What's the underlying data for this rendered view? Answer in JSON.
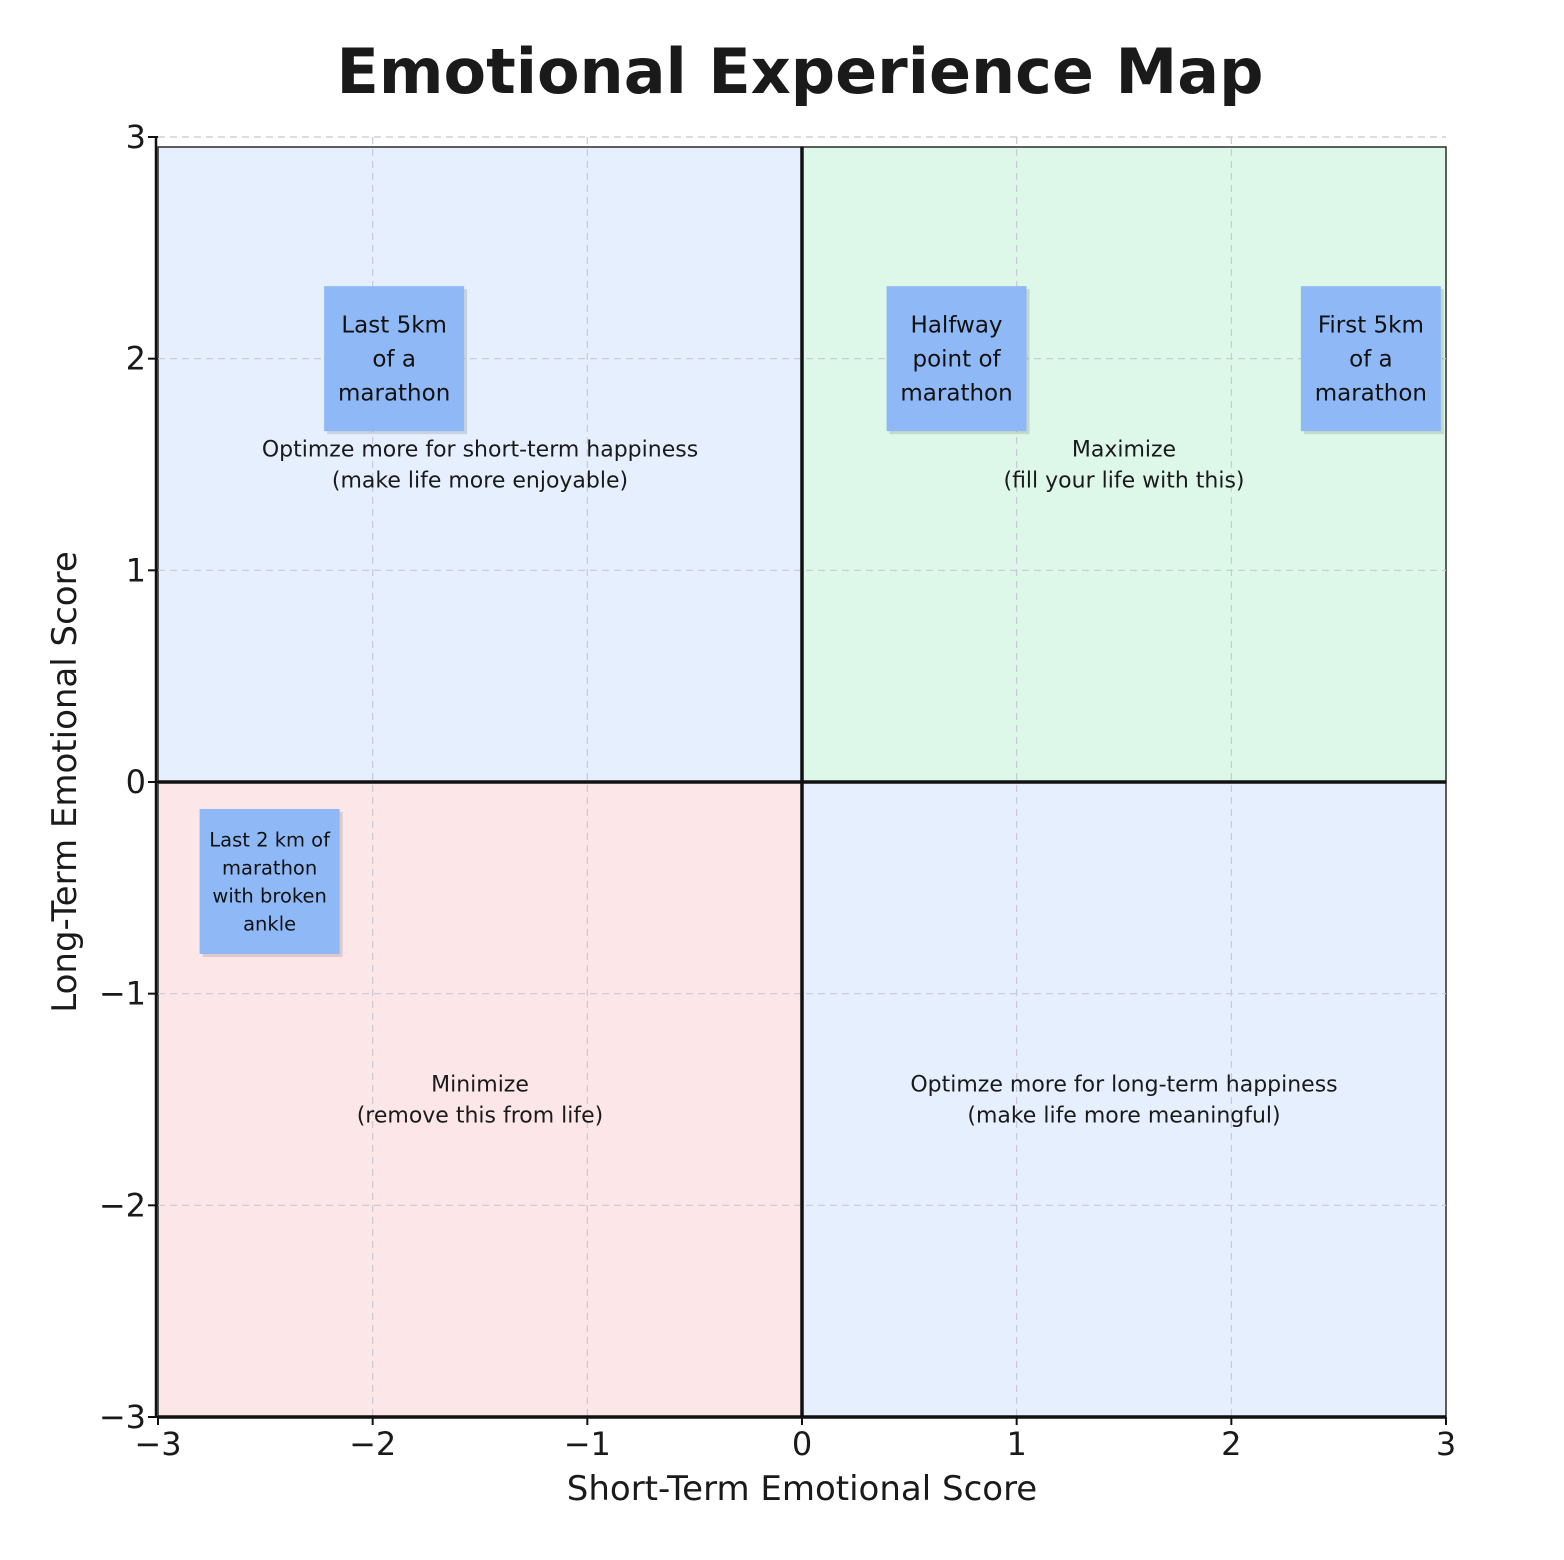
{
  "chart_data": {
    "type": "scatter",
    "title": "Emotional Experience Map",
    "xlabel": "Short-Term Emotional Score",
    "ylabel": "Long-Term Emotional Score",
    "xlim": [
      -3,
      3
    ],
    "ylim": [
      -3,
      3
    ],
    "xticks": [
      -3,
      -2,
      -1,
      0,
      1,
      2,
      3
    ],
    "yticks": [
      -3,
      -2,
      -1,
      0,
      1,
      2,
      3
    ],
    "tick_labels": [
      "−3",
      "−2",
      "−1",
      "0",
      "1",
      "2",
      "3"
    ],
    "grid": true,
    "quadrants": [
      {
        "name": "top-left",
        "x": [
          -3,
          0
        ],
        "y": [
          0,
          3
        ],
        "color": "#e6effe",
        "label": [
          "Optimze more for short-term happiness",
          "(make life more enjoyable)"
        ],
        "label_pos": [
          -1.5,
          1.5
        ]
      },
      {
        "name": "top-right",
        "x": [
          0,
          3
        ],
        "y": [
          0,
          3
        ],
        "color": "#ddf8e8",
        "label": [
          "Maximize",
          "(fill your life with this)"
        ],
        "label_pos": [
          1.5,
          1.5
        ]
      },
      {
        "name": "bottom-left",
        "x": [
          -3,
          0
        ],
        "y": [
          -3,
          0
        ],
        "color": "#fde6e8",
        "label": [
          "Minimize",
          "(remove this from life)"
        ],
        "label_pos": [
          -1.5,
          -1.5
        ]
      },
      {
        "name": "bottom-right",
        "x": [
          0,
          3
        ],
        "y": [
          -3,
          0
        ],
        "color": "#e6effe",
        "label": [
          "Optimze more for long-term happiness",
          "(make life more meaningful)"
        ],
        "label_pos": [
          1.5,
          -1.5
        ]
      }
    ],
    "points": [
      {
        "lines": [
          "Last 5km",
          "of a",
          "marathon"
        ],
        "x": -1.9,
        "y": 2.0,
        "size": "large"
      },
      {
        "lines": [
          "Halfway",
          "point of",
          "marathon"
        ],
        "x": 0.72,
        "y": 2.0,
        "size": "large"
      },
      {
        "lines": [
          "First 5km",
          "of a",
          "marathon"
        ],
        "x": 2.65,
        "y": 2.0,
        "size": "large"
      },
      {
        "lines": [
          "Last 2 km of",
          "marathon",
          "with broken",
          "ankle"
        ],
        "x": -2.48,
        "y": -0.47,
        "size": "small"
      }
    ],
    "note_color": "#8fb8f7"
  }
}
